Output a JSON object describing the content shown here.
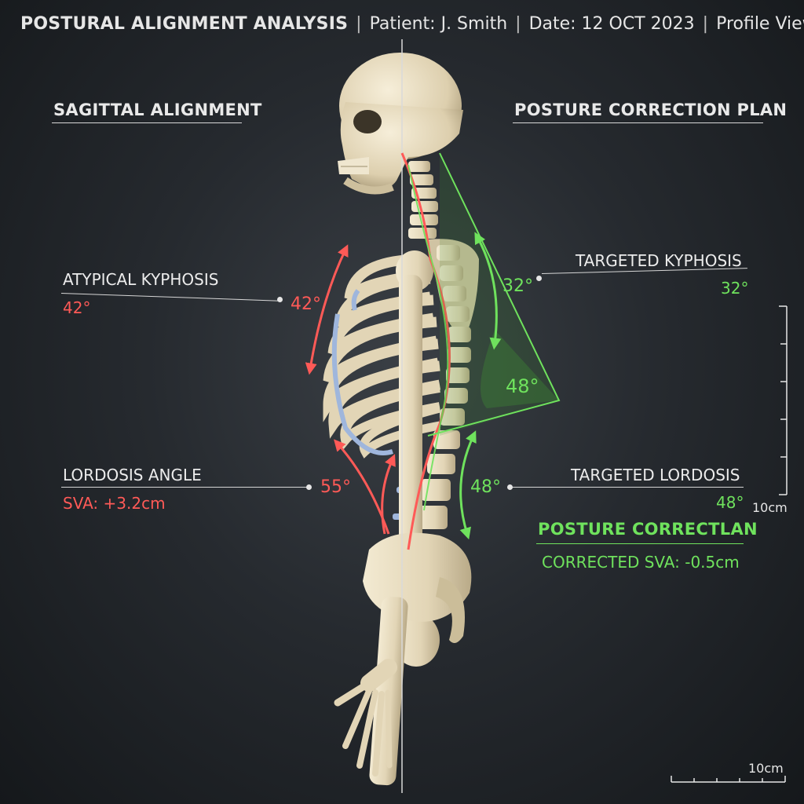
{
  "header": {
    "title": "POSTURAL ALIGNMENT ANALYSIS",
    "patient": "Patient: J. Smith",
    "date": "Date: 12 OCT 2023",
    "view": "Profile View"
  },
  "left_panel": {
    "heading": "SAGITTAL ALIGNMENT",
    "kyphosis_label": "ATYPICAL KYPHOSIS",
    "kyphosis_value": "42°",
    "kyphosis_marker": "42°",
    "lordosis_label": "LORDOSIS ANGLE",
    "sva_value": "SVA: +3.2cm",
    "lordosis_marker": "55°"
  },
  "right_panel": {
    "heading": "POSTURE CORRECTION PLAN",
    "kyphosis_label": "TARGETED KYPHOSIS",
    "kyphosis_value": "32°",
    "kyphosis_marker": "32°",
    "wedge_angle": "48°",
    "lordosis_label": "TARGETED LORDOSIS",
    "lordosis_value": "48°",
    "lordosis_marker": "48°",
    "plan_heading": "POSTURE CORRECTLAN",
    "corrected_sva": "CORRECTED SVA: -0.5cm"
  },
  "scales": {
    "vertical_label": "10cm",
    "horizontal_label": "10cm"
  },
  "colors": {
    "current": "#ff5a57",
    "target": "#6fe25d",
    "bone": "#e7dcc0",
    "cartilage": "#9fb6dc"
  }
}
